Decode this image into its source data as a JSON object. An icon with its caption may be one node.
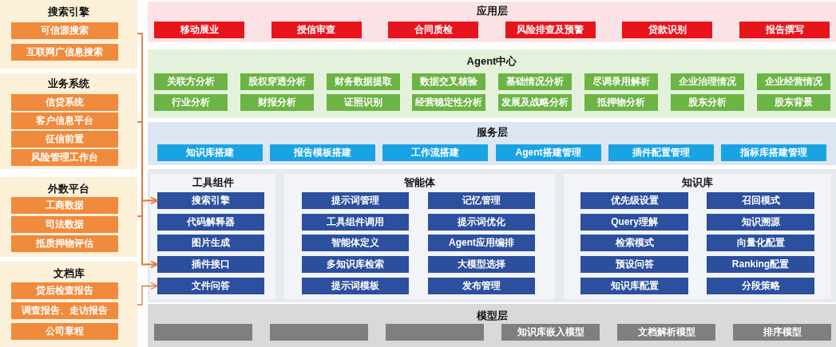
{
  "diagram": {
    "nodes": [
      {
        "text": [
          "搜索引擎"
        ]
      },
      {
        "text": [
          "可信源搜索"
        ],
        "in": 0
      },
      {
        "text": [
          "互联网广信息搜索"
        ],
        "in": 0
      },
      {
        "text": [
          "业务系统"
        ]
      },
      {
        "text": [
          "信贷系统"
        ],
        "in": 3
      },
      {
        "text": [
          "客户信息平台"
        ],
        "in": 3
      },
      {
        "text": [
          "征信前置"
        ],
        "in": 3
      },
      {
        "text": [
          "风险管理工作台"
        ],
        "in": 3
      },
      {
        "text": [
          "外数平台"
        ]
      },
      {
        "text": [
          "工商数据"
        ],
        "in": 8
      },
      {
        "text": [
          "司法数据"
        ],
        "in": 8
      },
      {
        "text": [
          "抵质押物评估"
        ],
        "in": 8
      },
      {
        "text": [
          "文档库"
        ]
      },
      {
        "text": [
          "贷后检查报告"
        ],
        "in": 12
      },
      {
        "text": [
          "调查报告、走访报告"
        ],
        "in": 12
      },
      {
        "text": [
          "公司章程"
        ],
        "in": 12
      },
      {
        "text": [
          "应用层"
        ]
      },
      {
        "text": [
          "移动展业"
        ],
        "in": 16
      },
      {
        "text": [
          "授信审查"
        ],
        "in": 16
      },
      {
        "text": [
          "合同质检"
        ],
        "in": 16
      },
      {
        "text": [
          "风险排查及预警"
        ],
        "in": 16
      },
      {
        "text": [
          "贷款识别"
        ],
        "in": 16
      },
      {
        "text": [
          "报告撰写"
        ],
        "in": 16
      },
      {
        "text": [
          "Agent中心"
        ]
      },
      {
        "text": [
          "关联方分析"
        ],
        "in": 23
      },
      {
        "text": [
          "股权穿透分析"
        ],
        "in": 23
      },
      {
        "text": [
          "财务数据提取"
        ],
        "in": 23
      },
      {
        "text": [
          "数据交叉核验"
        ],
        "in": 23
      },
      {
        "text": [
          "基础情况分析"
        ],
        "in": 23
      },
      {
        "text": [
          "尽调录用解析"
        ],
        "in": 23
      },
      {
        "text": [
          "企业治理情况"
        ],
        "in": 23
      },
      {
        "text": [
          "企业经营情况"
        ],
        "in": 23
      },
      {
        "text": [
          "行业分析"
        ],
        "in": 23
      },
      {
        "text": [
          "财报分析"
        ],
        "in": 23
      },
      {
        "text": [
          "证照识别"
        ],
        "in": 23
      },
      {
        "text": [
          "经营稳定性分析"
        ],
        "in": 23
      },
      {
        "text": [
          "发展及战略分析"
        ],
        "in": 23
      },
      {
        "text": [
          "抵押物分析"
        ],
        "in": 23
      },
      {
        "text": [
          "股东分析"
        ],
        "in": 23
      },
      {
        "text": [
          "股东背景"
        ],
        "in": 23
      },
      {
        "text": [
          "服务层"
        ]
      },
      {
        "text": [
          "知识库搭建"
        ],
        "in": 40
      },
      {
        "text": [
          "报告模板搭建"
        ],
        "in": 40
      },
      {
        "text": [
          "工作流搭建"
        ],
        "in": 40
      },
      {
        "text": [
          "Agent搭建管理"
        ],
        "in": 40
      },
      {
        "text": [
          "插件配置管理"
        ],
        "in": 40
      },
      {
        "text": [
          "指标库搭建管理"
        ],
        "in": 40
      },
      {
        "text": [
          "工具组件"
        ]
      },
      {
        "text": [
          "搜索引擎"
        ],
        "in": 47
      },
      {
        "text": [
          "代码解释器"
        ],
        "in": 47
      },
      {
        "text": [
          "图片生成"
        ],
        "in": 47
      },
      {
        "text": [
          "插件接口"
        ],
        "in": 47
      },
      {
        "text": [
          "文件问答"
        ],
        "in": 47
      },
      {
        "text": [
          "智能体"
        ]
      },
      {
        "text": [
          "提示词管理"
        ],
        "in": 53
      },
      {
        "text": [
          "记忆管理"
        ],
        "in": 53
      },
      {
        "text": [
          "工具组件调用"
        ],
        "in": 53
      },
      {
        "text": [
          "提示词优化"
        ],
        "in": 53
      },
      {
        "text": [
          "智能体定义"
        ],
        "in": 53
      },
      {
        "text": [
          "Agent应用编排"
        ],
        "in": 53
      },
      {
        "text": [
          "多知识库检索"
        ],
        "in": 53
      },
      {
        "text": [
          "大模型选择"
        ],
        "in": 53
      },
      {
        "text": [
          "提示词模板"
        ],
        "in": 53
      },
      {
        "text": [
          "发布管理"
        ],
        "in": 53
      },
      {
        "text": [
          "知识库"
        ]
      },
      {
        "text": [
          "优先级设置"
        ],
        "in": 64
      },
      {
        "text": [
          "召回模式"
        ],
        "in": 64
      },
      {
        "text": [
          "Query理解"
        ],
        "in": 64
      },
      {
        "text": [
          "知识溯源"
        ],
        "in": 64
      },
      {
        "text": [
          "检索模式"
        ],
        "in": 64
      },
      {
        "text": [
          "向量化配置"
        ],
        "in": 64
      },
      {
        "text": [
          "预设问答"
        ],
        "in": 64
      },
      {
        "text": [
          "Ranking配置"
        ],
        "in": 64
      },
      {
        "text": [
          "知识库配置"
        ],
        "in": 64
      },
      {
        "text": [
          "分段策略"
        ],
        "in": 64
      },
      {
        "text": [
          "模型层"
        ]
      },
      {
        "text": [],
        "shape": "box",
        "in": 75
      },
      {
        "text": [],
        "shape": "box",
        "in": 75
      },
      {
        "text": [],
        "shape": "box",
        "in": 75
      },
      {
        "text": [
          "知识库嵌入模型"
        ],
        "in": 75
      },
      {
        "text": [
          "文档解析模型"
        ],
        "in": 75
      },
      {
        "text": [
          "排序模型"
        ],
        "in": 75
      }
    ],
    "edges": [
      {
        "from": 0,
        "to": 48,
        "arrow": "to"
      },
      {
        "from": 0,
        "to": 51,
        "arrow": "to"
      },
      {
        "from": 3,
        "to": 48,
        "arrow": "to"
      },
      {
        "from": 3,
        "to": 51,
        "arrow": "to"
      },
      {
        "from": 8,
        "to": 48,
        "arrow": "to"
      },
      {
        "from": 8,
        "to": 51,
        "arrow": "to"
      },
      {
        "from": 12,
        "to": 52,
        "arrow": "to"
      }
    ]
  }
}
